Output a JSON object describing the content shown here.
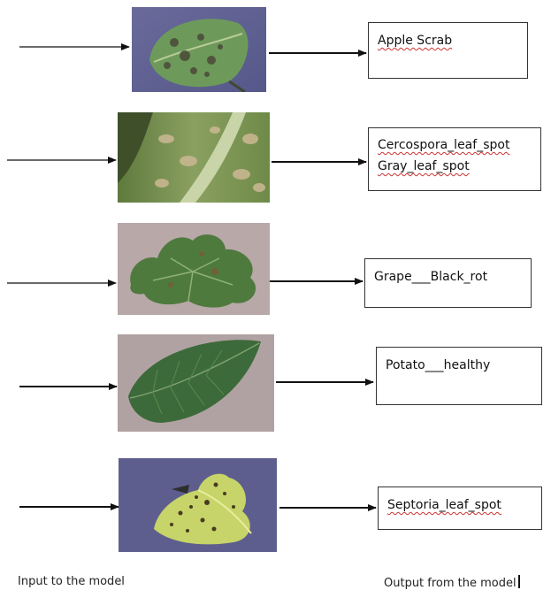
{
  "rows": [
    {
      "leaf": "apple-scab-leaf-photo",
      "output": [
        "Apple Scrab"
      ]
    },
    {
      "leaf": "cercospora-leaf-photo",
      "output": [
        "Cercospora_leaf_spot",
        "Gray_leaf_spot"
      ]
    },
    {
      "leaf": "grape-black-rot-leaf-photo",
      "output": [
        "Grape___Black_rot"
      ]
    },
    {
      "leaf": "potato-healthy-leaf-photo",
      "output": [
        "Potato___healthy"
      ]
    },
    {
      "leaf": "septoria-leaf-photo",
      "output": [
        "Septoria_leaf_spot"
      ]
    }
  ],
  "captions": {
    "input": "Input to the model",
    "output": "Output from the model"
  },
  "colors": {
    "arrow": "#111111",
    "box_border": "#333333",
    "spellcheck_underline": "#cc3333"
  }
}
